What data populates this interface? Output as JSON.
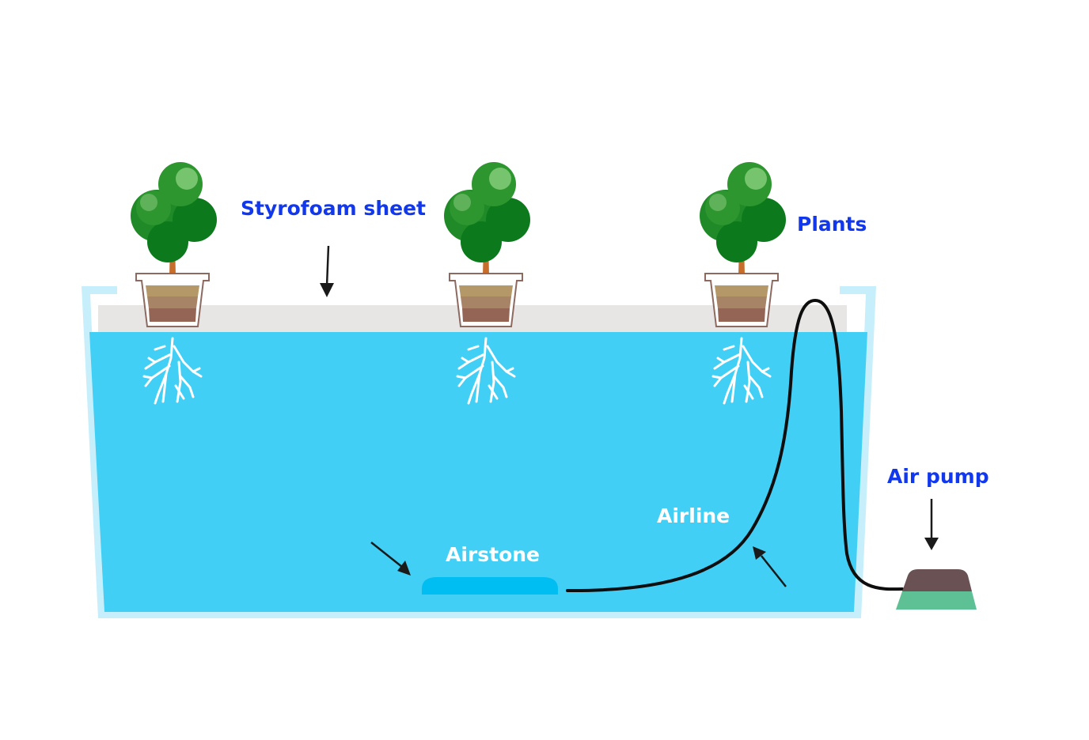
{
  "labels": {
    "styrofoam": "Styrofoam sheet",
    "plants": "Plants",
    "air_pump": "Air pump",
    "airline": "Airline",
    "airstone": "Airstone"
  },
  "components": {
    "plant_count": 3
  },
  "colors": {
    "label_blue": "#1238ee",
    "label_white": "#ffffff",
    "water": "#41cff5",
    "tank_wall": "#c7effb",
    "styrofoam": "#e8e6e4",
    "airstone": "#00bdf2",
    "pump_top": "#6a5254",
    "pump_base": "#5ec095",
    "leaf_dark": "#0c7a1c",
    "leaf_mid": "#2d962f",
    "leaf_light": "#76c46e",
    "trunk": "#c76e2c"
  }
}
